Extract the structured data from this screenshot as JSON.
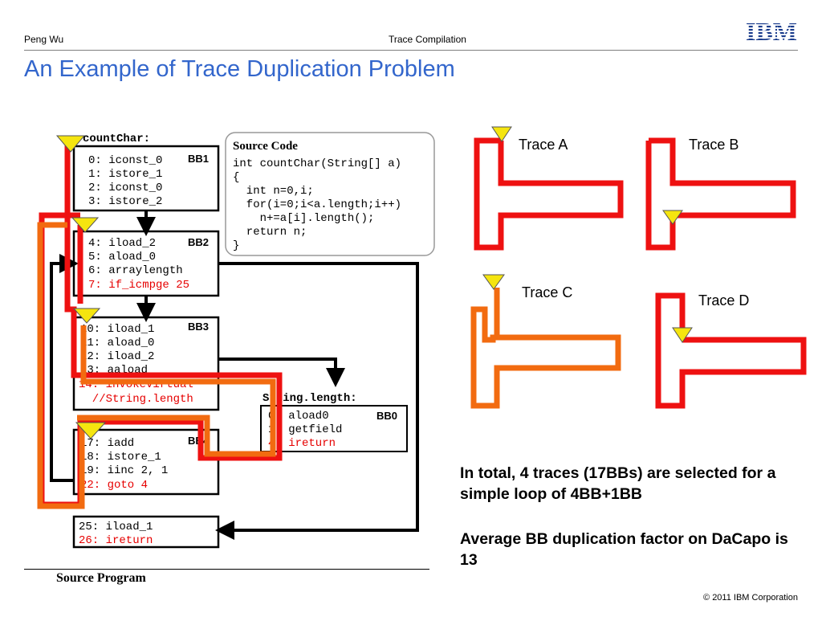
{
  "header": {
    "author": "Peng Wu",
    "topic": "Trace Compilation",
    "logo_text": "IBM"
  },
  "title": "An Example of Trace Duplication Problem",
  "method_label": "countChar:",
  "blocks": {
    "bb1": {
      "label": "BB1",
      "lines": [
        "0: iconst_0",
        "1: istore_1",
        "2: iconst_0",
        "3: istore_2"
      ]
    },
    "bb2": {
      "label": "BB2",
      "lines": [
        "4: iload_2",
        "5: aload_0",
        "6: arraylength",
        "7: if_icmpge 25"
      ]
    },
    "bb3": {
      "label": "BB3",
      "lines": [
        "10: iload_1",
        "11: aload_0",
        "12: iload_2",
        "13: aaload",
        "14: invokevirtual",
        "  //String.length"
      ]
    },
    "bb4": {
      "label": "BB4",
      "lines": [
        "17: iadd",
        "18: istore_1",
        "19: iinc 2, 1",
        "22: goto 4"
      ]
    },
    "exit": {
      "lines": [
        "25: iload_1",
        "26: ireturn"
      ]
    }
  },
  "string_length": {
    "label": "String.length:",
    "block_label": "BB0",
    "lines": [
      "0: aload0",
      "1: getfield",
      "4: ireturn"
    ]
  },
  "source_code": {
    "title": "Source Code",
    "lines": [
      "int countChar(String[] a)",
      "{",
      "  int n=0,i;",
      "  for(i=0;i<a.length;i++)",
      "    n+=a[i].length();",
      "  return n;",
      "}"
    ]
  },
  "traces": {
    "a": "Trace A",
    "b": "Trace B",
    "c": "Trace C",
    "d": "Trace D"
  },
  "notes": {
    "total": "In total, 4 traces (17BBs) are selected for a simple loop of 4BB+1BB",
    "dacapo": "Average BB duplication factor on DaCapo is 13"
  },
  "footer": {
    "source_program": "Source Program",
    "copyright": "© 2011 IBM Corporation"
  },
  "colors": {
    "title": "#3366cc",
    "trace_red": "#ee1111",
    "trace_orange": "#f26b10",
    "marker_yellow": "#f5e50f",
    "highlight_text": "#e60000"
  }
}
